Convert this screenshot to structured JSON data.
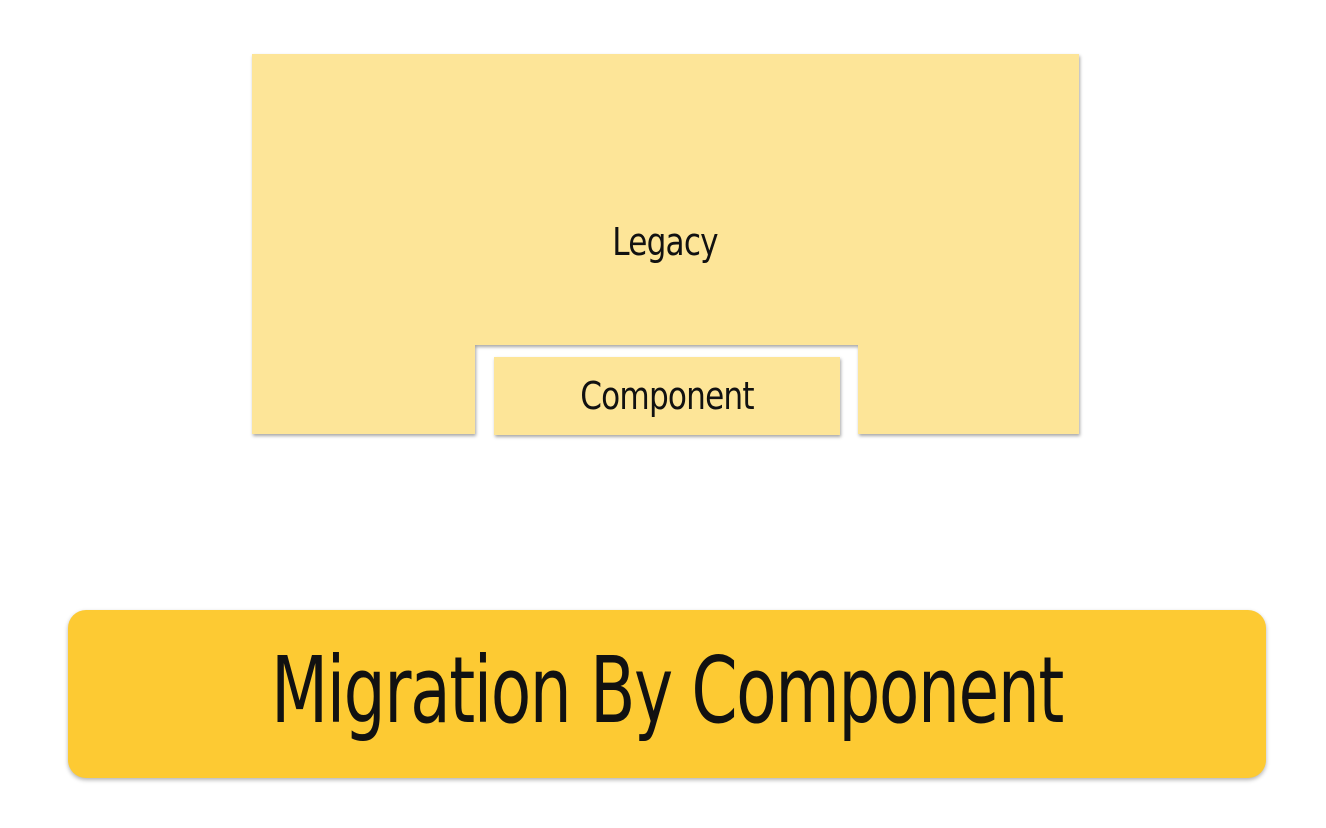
{
  "diagram": {
    "legacy_label": "Legacy",
    "component_label": "Component",
    "colors": {
      "block_fill": "#fde598",
      "banner_fill": "#fdca33",
      "text": "#111111"
    }
  },
  "banner": {
    "title": "Migration By Component"
  }
}
